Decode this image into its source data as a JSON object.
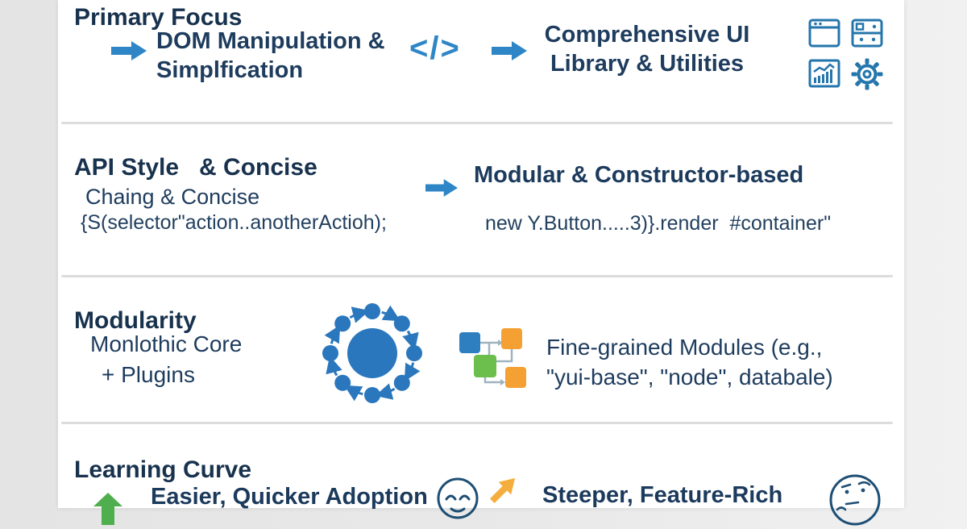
{
  "colors": {
    "page_bg": "#e9e9e9",
    "card_bg": "#ffffff",
    "heading_navy": "#18324e",
    "text_navy": "#1e3c5e",
    "arrow_blue": "#2e86c7",
    "icon_blue": "#2475ac",
    "hub_blue": "#2a77bd",
    "divider_gray": "#dcdcdc",
    "green_arrow": "#4fae4e",
    "orange_arrow": "#f5ae3d",
    "face_outline": "#1d4e74",
    "flow_blue": "#2e7fc0",
    "flow_green": "#6cbf4c",
    "flow_orange": "#f5a033",
    "flow_connector": "#9fb3c0"
  },
  "icons": {
    "row_arrows": "blue-right-arrow-icon",
    "primary_focus_center": "code-brackets-icon",
    "primary_focus_right": [
      "browser-window-icon",
      "ui-panel-icon",
      "chart-icon",
      "gear-icon"
    ],
    "modularity_left": "hub-spoke-icon",
    "modularity_right": "flowchart-icon",
    "learning_left": [
      "green-up-arrow-icon",
      "smiley-face-icon"
    ],
    "learning_right": [
      "orange-up-right-arrow-icon",
      "thinking-face-icon"
    ]
  },
  "rows": {
    "primary_focus": {
      "heading": "Primary Focus",
      "left_line1": "DOM Manipulation &",
      "left_line2": "Simplfication",
      "code_glyph": "</>",
      "right_line1": "Comprehensive UI",
      "right_line2": "Library & Utilities"
    },
    "api_style": {
      "heading": "API Style   & Concise",
      "left_title": "Chaing & Concise",
      "left_code": "{S(selector\"action..anotherActioh);",
      "right_title": "Modular & Constructor-based",
      "right_code": "new Y.Button.....3)}.render  #container\""
    },
    "modularity": {
      "heading": "Modularity",
      "left_line1": "Monlothic Core",
      "left_line2": "+ Plugins",
      "right_line1": "Fine-grained Modules (e.g.,",
      "right_line2": "\"yui-base\", \"node\", databale)"
    },
    "learning_curve": {
      "heading": "Learning Curve",
      "left_text": "Easier, Quicker Adoption",
      "right_text": "Steeper, Feature-Rich"
    }
  }
}
